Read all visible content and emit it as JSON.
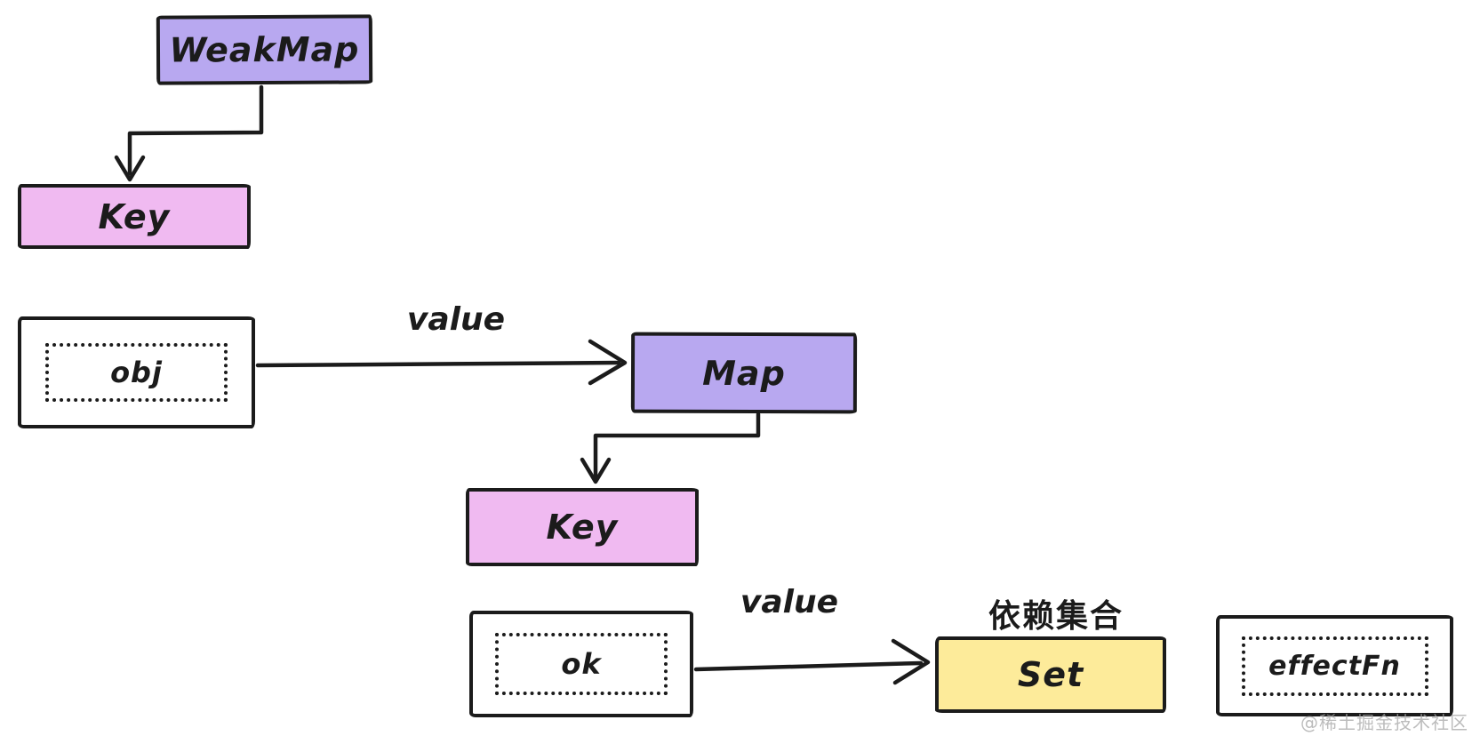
{
  "diagram": {
    "nodes": {
      "weakmap": {
        "label": "WeakMap"
      },
      "key_top": {
        "label": "Key"
      },
      "obj": {
        "label": "obj"
      },
      "map": {
        "label": "Map"
      },
      "key_mid": {
        "label": "Key"
      },
      "ok": {
        "label": "ok"
      },
      "set": {
        "label": "Set",
        "caption": "依赖集合"
      },
      "effect_fn": {
        "label": "effectFn"
      }
    },
    "edge_labels": {
      "obj_to_map": "value",
      "ok_to_set": "value"
    },
    "colors": {
      "purple": "#b8a8f0",
      "pink": "#f0baf1",
      "yellow": "#fdeb9a",
      "stroke": "#1b1b1b",
      "background": "#ffffff"
    },
    "watermark": "@稀土掘金技术社区"
  }
}
